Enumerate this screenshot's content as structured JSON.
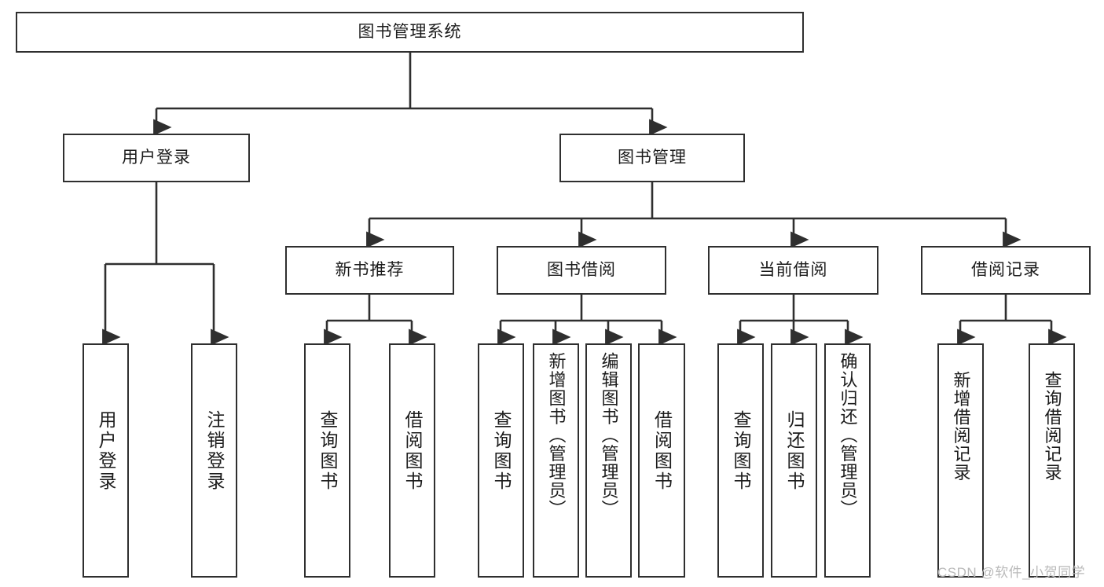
{
  "diagram": {
    "type": "tree",
    "title": "图书管理系统",
    "root": {
      "id": "root",
      "label": "图书管理系统"
    },
    "level2": [
      {
        "id": "user-login",
        "label": "用户登录"
      },
      {
        "id": "book-manage",
        "label": "图书管理"
      }
    ],
    "level3": [
      {
        "id": "new-book-rec",
        "label": "新书推荐",
        "parent": "book-manage"
      },
      {
        "id": "book-borrow",
        "label": "图书借阅",
        "parent": "book-manage"
      },
      {
        "id": "current-borrow",
        "label": "当前借阅",
        "parent": "book-manage"
      },
      {
        "id": "borrow-record",
        "label": "借阅记录",
        "parent": "book-manage"
      }
    ],
    "leaves": [
      {
        "id": "leaf-user-login",
        "label": "用户登录",
        "parent": "user-login"
      },
      {
        "id": "leaf-user-logout",
        "label": "注销登录",
        "parent": "user-login"
      },
      {
        "id": "leaf-query-book-1",
        "label": "查询图书",
        "parent": "new-book-rec"
      },
      {
        "id": "leaf-borrow-book-1",
        "label": "借阅图书",
        "parent": "new-book-rec"
      },
      {
        "id": "leaf-query-book-2",
        "label": "查询图书",
        "parent": "book-borrow"
      },
      {
        "id": "leaf-add-book",
        "label": "新增图书（管理员）",
        "parent": "book-borrow"
      },
      {
        "id": "leaf-edit-book",
        "label": "编辑图书（管理员）",
        "parent": "book-borrow"
      },
      {
        "id": "leaf-borrow-book-2",
        "label": "借阅图书",
        "parent": "book-borrow"
      },
      {
        "id": "leaf-query-book-3",
        "label": "查询图书",
        "parent": "current-borrow"
      },
      {
        "id": "leaf-return-book",
        "label": "归还图书",
        "parent": "current-borrow"
      },
      {
        "id": "leaf-confirm-return",
        "label": "确认归还（管理员）",
        "parent": "current-borrow"
      },
      {
        "id": "leaf-add-record",
        "label": "新增借阅记录",
        "parent": "borrow-record"
      },
      {
        "id": "leaf-query-record",
        "label": "查询借阅记录",
        "parent": "borrow-record"
      }
    ],
    "colors": {
      "box_border": "#2f2f2f",
      "box_fill": "#ffffff",
      "edge": "#2f2f2f",
      "text": "#1b1b1b",
      "watermark": "#b9b9b9"
    }
  },
  "watermark": {
    "text": "CSDN @软件_小贺同学"
  }
}
